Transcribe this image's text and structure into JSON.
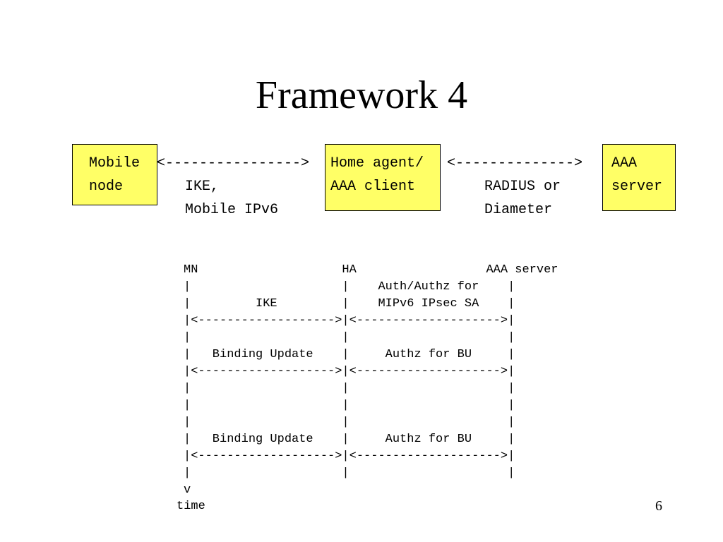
{
  "slide": {
    "title": "Framework 4",
    "page_number": "6"
  },
  "top_diagram": {
    "box_color": "#ffff66",
    "mobile_node": {
      "line1": "Mobile",
      "line2": "node"
    },
    "home_agent": {
      "line1": "Home agent/",
      "line2": "AAA client"
    },
    "aaa_server": {
      "line1": "AAA",
      "line2": "server"
    },
    "arrow_left": "<---------------->",
    "arrow_right": "<-------------->",
    "left_protocol": {
      "line1": "IKE,",
      "line2": "Mobile IPv6"
    },
    "right_protocol": {
      "line1": "RADIUS or",
      "line2": "Diameter"
    }
  },
  "sequence": {
    "lines": [
      "MN                    HA                  AAA server",
      "|                     |    Auth/Authz for    |",
      "|         IKE         |    MIPv6 IPsec SA    |",
      "|<------------------->|<-------------------->|",
      "|                     |                      |",
      "|   Binding Update    |     Authz for BU     |",
      "|<------------------->|<-------------------->|",
      "|                     |                      |",
      "|                     |                      |",
      "|                     |                      |",
      "|   Binding Update    |     Authz for BU     |",
      "|<------------------->|<-------------------->|",
      "|                     |                      |",
      "v",
      "time"
    ]
  }
}
